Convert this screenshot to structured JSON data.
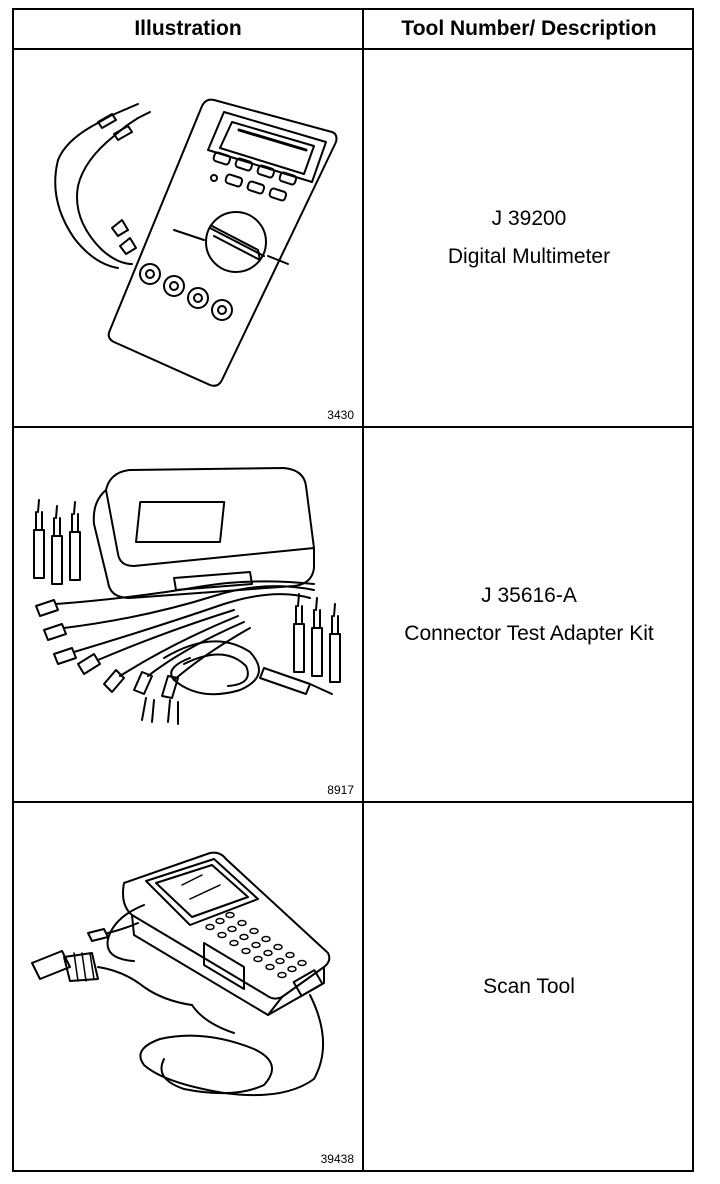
{
  "table": {
    "headers": [
      "Illustration",
      "Tool Number/ Description"
    ],
    "rows": [
      {
        "tool_number": "J 39200",
        "description": "Digital Multimeter",
        "figure_number": "3430",
        "illustration_icon": "digital-multimeter-illustration"
      },
      {
        "tool_number": "J 35616-A",
        "description": "Connector Test Adapter Kit",
        "figure_number": "8917",
        "illustration_icon": "connector-test-adapter-kit-illustration"
      },
      {
        "tool_number": "",
        "description": "Scan Tool",
        "figure_number": "39438",
        "illustration_icon": "scan-tool-illustration"
      }
    ]
  }
}
